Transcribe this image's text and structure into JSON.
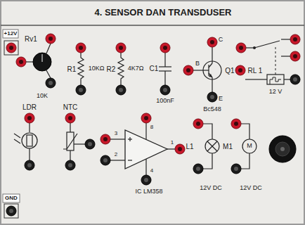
{
  "diagram": {
    "title": "4. SENSOR DAN TRANSDUSER",
    "labels": [
      "+12V",
      "Rv1",
      "10K",
      "R1",
      "10KΩ",
      "R2",
      "4K7Ω",
      "C1",
      "100nF",
      "C",
      "B",
      "E",
      "Q1",
      "Bc548",
      "RL 1",
      "12 V",
      "LDR",
      "NTC",
      "3",
      "2",
      "8",
      "4",
      "1",
      "IC LM358",
      "L1",
      "12V DC",
      "M",
      "M1",
      "12V DC",
      "GND"
    ]
  }
}
